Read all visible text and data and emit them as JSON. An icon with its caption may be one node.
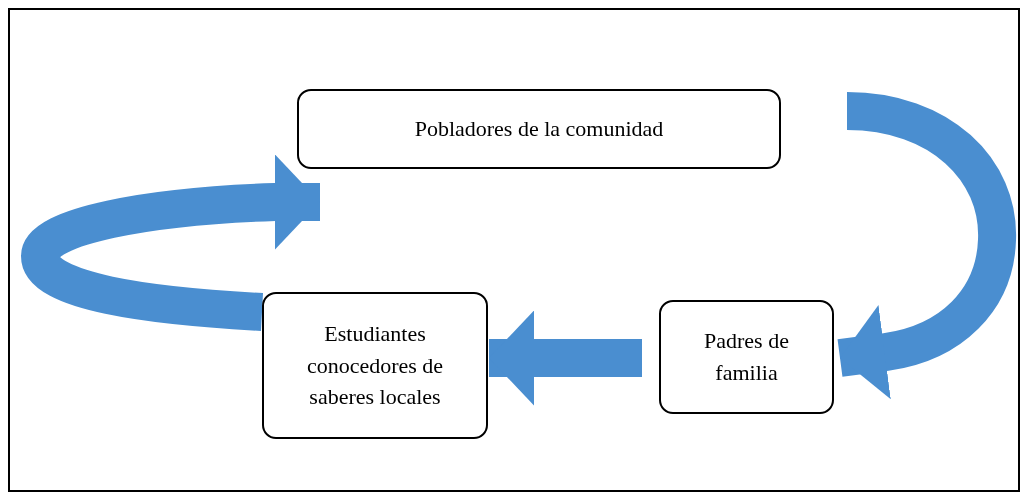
{
  "diagram": {
    "nodes": [
      {
        "text": [
          "Pobladores de la comunidad"
        ]
      },
      {
        "text": [
          "Padres de familia"
        ]
      },
      {
        "text": [
          "Estudiantes conocedores de saberes locales"
        ]
      }
    ],
    "edges": [
      {
        "from": 0,
        "to": 1,
        "arrow": "to"
      },
      {
        "from": 1,
        "to": 2,
        "arrow": "to"
      },
      {
        "from": 2,
        "to": 0,
        "arrow": "to"
      }
    ]
  }
}
